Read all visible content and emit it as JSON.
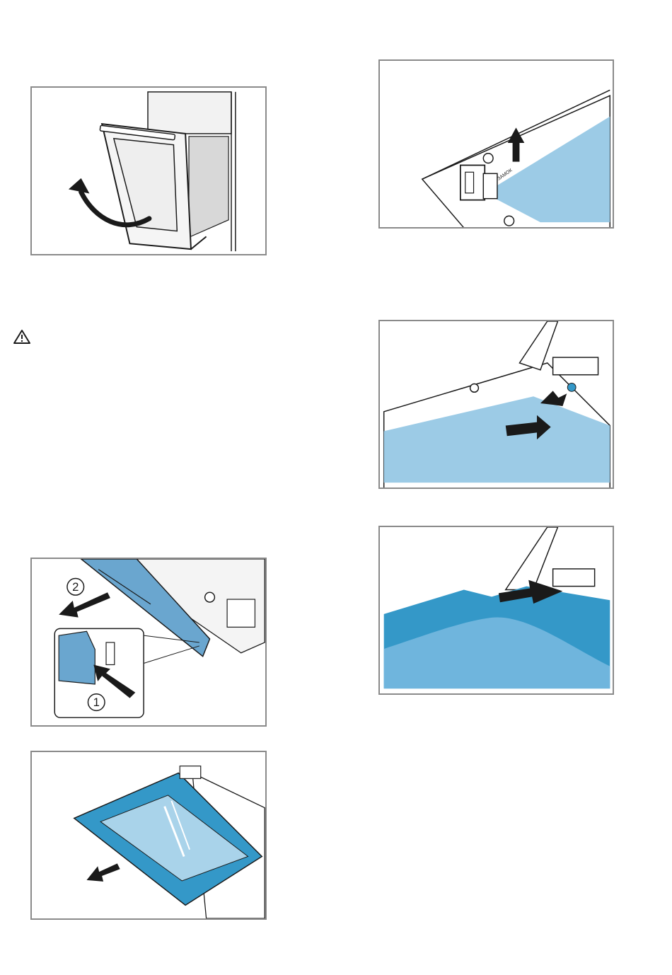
{
  "figures": [
    {
      "id": "fig-open-door"
    },
    {
      "id": "fig-lift-hinge-lever"
    },
    {
      "id": "fig-slide-inner-glass"
    },
    {
      "id": "fig-remove-door-strip",
      "callouts": [
        "2",
        "1"
      ]
    },
    {
      "id": "fig-pull-out-glass"
    },
    {
      "id": "fig-insert-glass"
    }
  ],
  "hinge_label": "ЗАМОК",
  "colors": {
    "glass_light": "#9ccbe6",
    "glass_dark": "#3498c8",
    "line": "#1a1a1a",
    "frame": "#8a8a8a"
  }
}
